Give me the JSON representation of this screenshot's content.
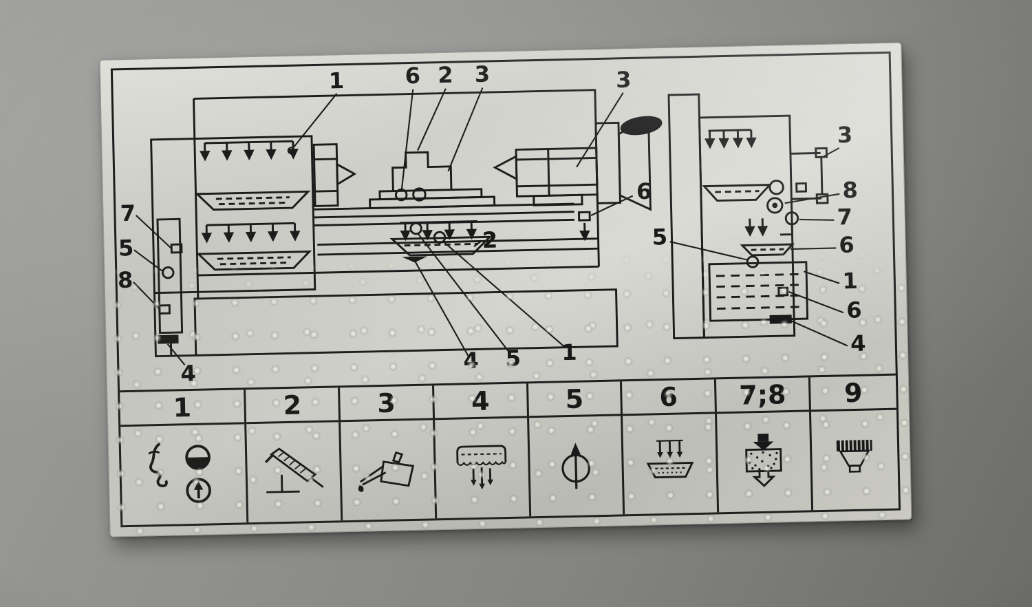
{
  "plate": {
    "description": "lathe-lubrication-chart-plate",
    "diagram": {
      "callouts": {
        "headstock_top": "1",
        "apron_a": "6",
        "apron_b": "2",
        "apron_c": "3",
        "tailstock": "3",
        "bed_right": "6",
        "left_filter": "7",
        "left_pump": "5",
        "left_lower": "8",
        "left_drain": "4",
        "saddle": "2",
        "tray_drain": "4",
        "tray_pump": "5",
        "tray_feed": "1",
        "coolant_pump": "5",
        "right_top": "3",
        "right_fitting": "8",
        "right_valve": "7",
        "right_tray": "6",
        "right_feed": "1",
        "right_screen": "6",
        "right_drain": "4"
      }
    },
    "legend": {
      "columns": [
        {
          "header": "1",
          "method": "visual-smell-check"
        },
        {
          "header": "2",
          "method": "hand-pump"
        },
        {
          "header": "3",
          "method": "oil-can"
        },
        {
          "header": "4",
          "method": "splash-feed"
        },
        {
          "header": "5",
          "method": "pressure-pump"
        },
        {
          "header": "6",
          "method": "oil-bath"
        },
        {
          "header": "7;8",
          "method": "filter-oil-change"
        },
        {
          "header": "9",
          "method": "grease-cap"
        }
      ]
    }
  },
  "colors": {
    "ink": "#1a1a1a",
    "plate": "#cfcfc9",
    "photo_background": "#8d8d8b"
  }
}
